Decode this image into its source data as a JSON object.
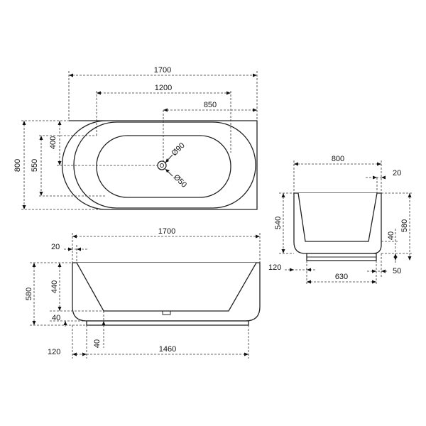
{
  "plan": {
    "w1700": "1700",
    "w1200": "1200",
    "w850": "850",
    "h800": "800",
    "h550": "550",
    "h400": "400",
    "d90": "Ø90",
    "d50": "Ø50"
  },
  "front": {
    "w1700": "1700",
    "w20": "20",
    "h580": "580",
    "h440": "440",
    "h40": "40",
    "b40": "40",
    "b120": "120",
    "b1460": "1460"
  },
  "side": {
    "w800": "800",
    "w20": "20",
    "h540": "540",
    "h580": "580",
    "h40": "40",
    "b120": "120",
    "b630": "630",
    "b50": "50"
  }
}
